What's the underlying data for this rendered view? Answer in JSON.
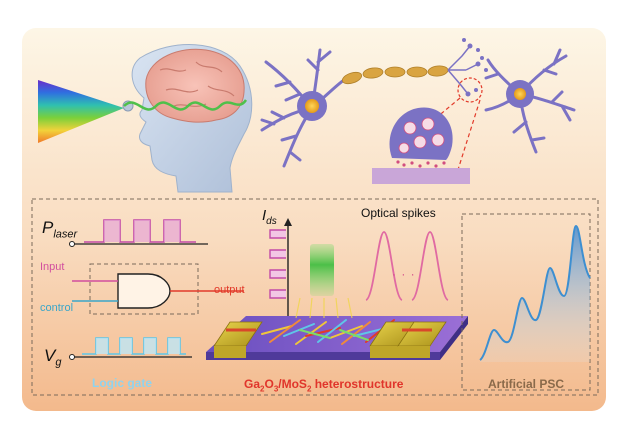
{
  "labels": {
    "p_main": "P",
    "p_sub": "laser",
    "v_main": "V",
    "v_sub": "g",
    "ids_main": "I",
    "ids_sub": "ds",
    "input": "Input",
    "control": "control",
    "output": "output",
    "optical_spikes": "Optical spikes",
    "ellipsis": "· · ·",
    "logic_gate": "Logic gate",
    "hetero_ga": "Ga",
    "hetero_2a": "2",
    "hetero_o": "O",
    "hetero_3": "3",
    "hetero_mos": "/MoS",
    "hetero_2b": "2",
    "hetero_rest": " heterostructure",
    "artificial_psc": "Artificial PSC"
  },
  "colors": {
    "background_top": "#fdf6e6",
    "background_bottom": "#f3b98c",
    "neuron": "#7b72c4",
    "axon": "#d9a441",
    "pulse_magenta": "#c24aa7",
    "pulse_cyan": "#5fc6e8",
    "spike": "#e06aa2",
    "green_light": "#5bc552",
    "psc_blue": "#3d8fd1"
  }
}
